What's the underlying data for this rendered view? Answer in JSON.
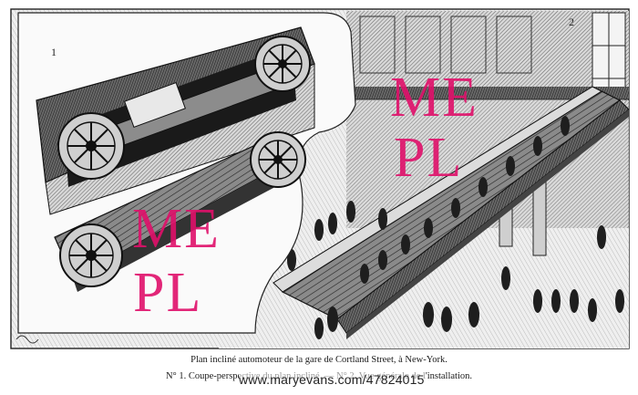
{
  "figure": {
    "label_left": "1",
    "label_right": "2"
  },
  "caption": {
    "line1": "Plan incliné automoteur de la gare de Cortland Street, à New-York.",
    "line2": "N° 1. Coupe-perspective du plan incliné. — N° 2. Vue générale de l'installation."
  },
  "watermark": {
    "top_letters": "ME",
    "bottom_letters": "PL",
    "url": "www.maryevans.com/47824015",
    "color": "#e0106a"
  }
}
